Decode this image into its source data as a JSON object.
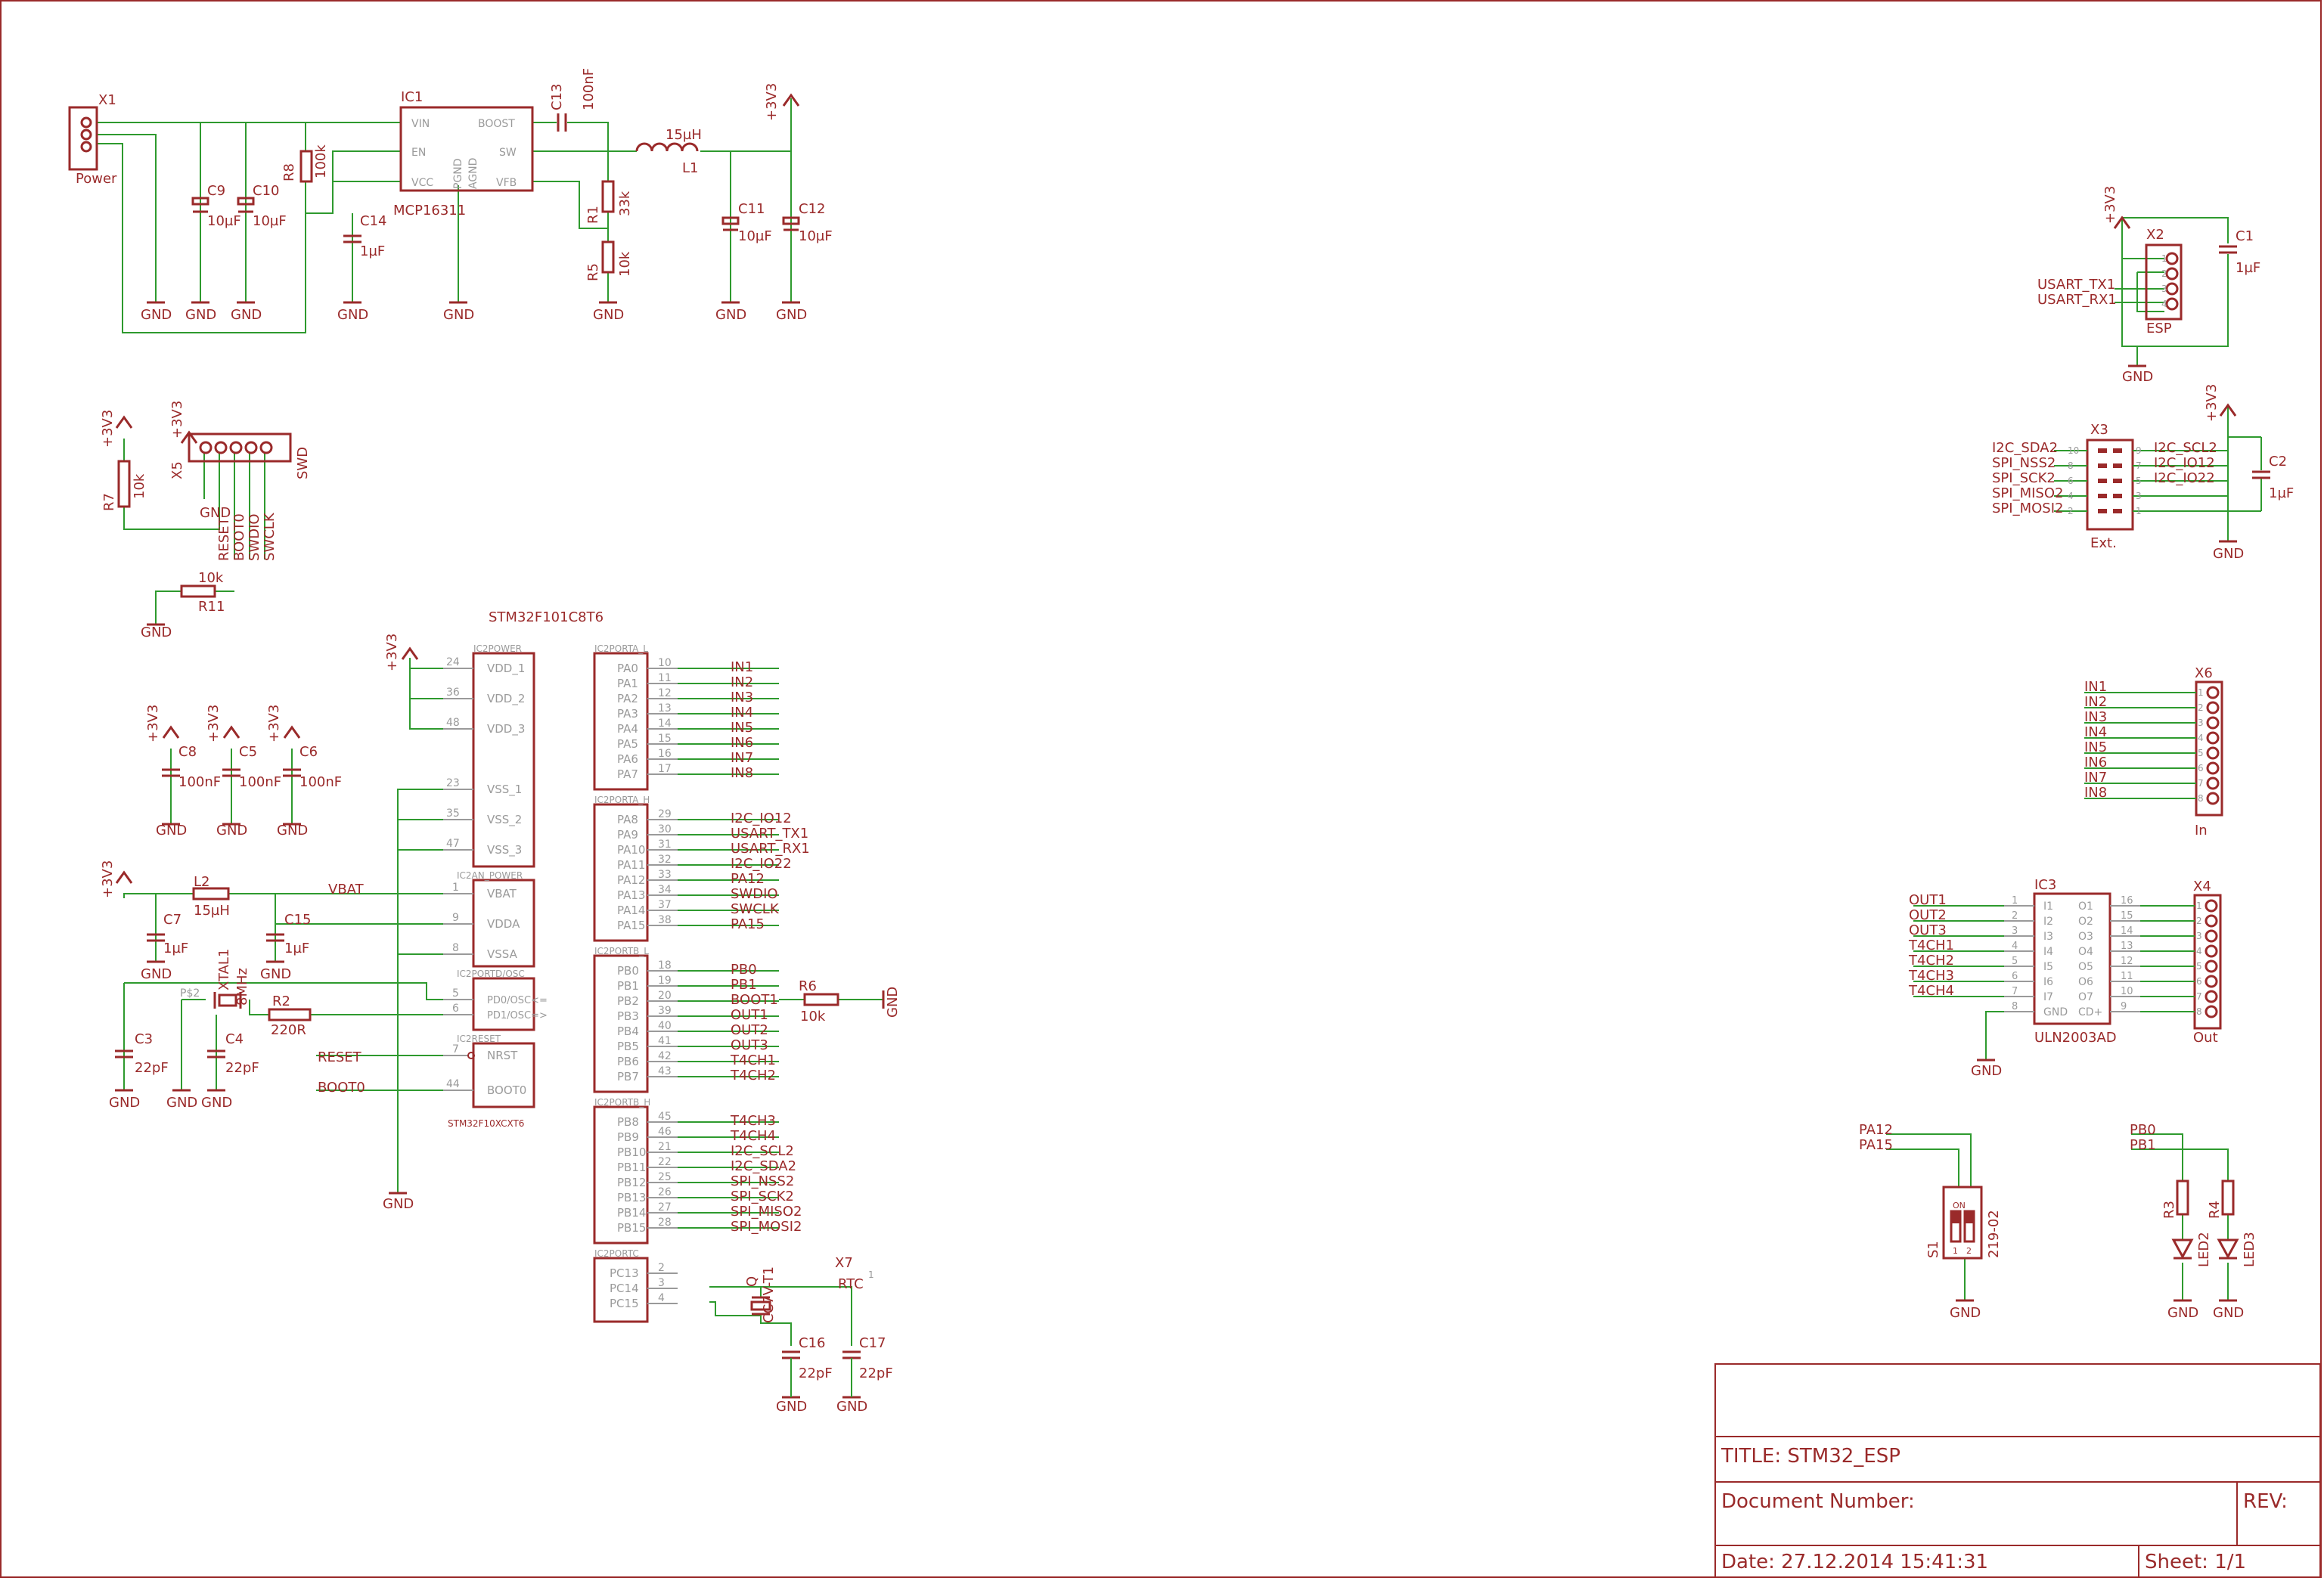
{
  "colors": {
    "part": "#9a2a2a",
    "wire": "#2e9a2e",
    "pin": "#9a9a9a",
    "frame": "#9a2a2a"
  },
  "title_block": {
    "title": "TITLE:  STM32_ESP",
    "document_number": "Document Number:",
    "rev": "REV:",
    "date": "Date: 27.12.2014  15:41:31",
    "sheet": "Sheet: 1/1"
  },
  "power": {
    "x1_name": "X1",
    "x1_value": "Power",
    "ic1_name": "IC1",
    "ic1_value": "MCP16311",
    "ic1_pins": [
      "VIN",
      "EN",
      "VCC",
      "BOOST",
      "SW",
      "VFB",
      "PGND",
      "AGND"
    ],
    "c13": "C13",
    "c13_v": "100nF",
    "l1": "L1",
    "l1_v": "15µH",
    "v33": "+3V3",
    "c9": "C9",
    "c9_v": "10µF",
    "c10": "C10",
    "c10_v": "10µF",
    "r8": "R8",
    "r8_v": "100k",
    "c14": "C14",
    "c14_v": "1µF",
    "r1": "R1",
    "r1_v": "33k",
    "r5": "R5",
    "r5_v": "10k",
    "c11": "C11",
    "c11_v": "10µF",
    "c12": "C12",
    "c12_v": "10µF",
    "gnd": "GND"
  },
  "swd": {
    "x5": "X5",
    "x5_v": "SWD",
    "r7": "R7",
    "r7_v": "10k",
    "r11": "R11",
    "r11_v": "10k",
    "nets": [
      "RESET",
      "BOOT0",
      "SWDIO",
      "SWCLK"
    ]
  },
  "decoupling": {
    "c8": "C8",
    "c5": "C5",
    "c6": "C6",
    "val": "100nF"
  },
  "clock": {
    "l2": "L2",
    "l2_v": "15µH",
    "c7": "C7",
    "c7_v": "1µF",
    "c15": "C15",
    "c15_v": "1µF",
    "xtal": "XTAL1",
    "xtal_v": "8MHz",
    "r2": "R2",
    "r2_v": "220R",
    "c3": "C3",
    "c3_v": "22pF",
    "c4": "C4",
    "c4_v": "22pF",
    "p32": "P$2",
    "vbat": "VBAT",
    "reset": "RESET",
    "boot0": "BOOT0"
  },
  "mcu": {
    "name": "STM32F101C8T6",
    "value": "STM32F10XCXT6",
    "power_pins": [
      {
        "num": "24",
        "name": "VDD_1"
      },
      {
        "num": "36",
        "name": "VDD_2"
      },
      {
        "num": "48",
        "name": "VDD_3"
      },
      {
        "num": "23",
        "name": "VSS_1"
      },
      {
        "num": "35",
        "name": "VSS_2"
      },
      {
        "num": "47",
        "name": "VSS_3"
      },
      {
        "num": "1",
        "name": "VBAT"
      },
      {
        "num": "9",
        "name": "VDDA"
      },
      {
        "num": "8",
        "name": "VSSA"
      },
      {
        "num": "5",
        "name": "PD0/OSC<="
      },
      {
        "num": "6",
        "name": "PD1/OSC=>"
      },
      {
        "num": "7",
        "name": "NRST"
      },
      {
        "num": "44",
        "name": "BOOT0"
      }
    ],
    "section_labels": [
      "IC2POWER",
      "IC2AN_POWER",
      "IC2PORTD/OSC",
      "IC2RESET",
      "IC2PORTA_L",
      "IC2PORTA_H",
      "IC2PORTB_L",
      "IC2PORTB_H",
      "IC2PORTC"
    ],
    "porta_l": [
      {
        "pin": "PA0",
        "num": "10",
        "net": "IN1"
      },
      {
        "pin": "PA1",
        "num": "11",
        "net": "IN2"
      },
      {
        "pin": "PA2",
        "num": "12",
        "net": "IN3"
      },
      {
        "pin": "PA3",
        "num": "13",
        "net": "IN4"
      },
      {
        "pin": "PA4",
        "num": "14",
        "net": "IN5"
      },
      {
        "pin": "PA5",
        "num": "15",
        "net": "IN6"
      },
      {
        "pin": "PA6",
        "num": "16",
        "net": "IN7"
      },
      {
        "pin": "PA7",
        "num": "17",
        "net": "IN8"
      }
    ],
    "porta_h": [
      {
        "pin": "PA8",
        "num": "29",
        "net": "I2C_IO12"
      },
      {
        "pin": "PA9",
        "num": "30",
        "net": "USART_TX1"
      },
      {
        "pin": "PA10",
        "num": "31",
        "net": "USART_RX1"
      },
      {
        "pin": "PA11",
        "num": "32",
        "net": "I2C_IO22"
      },
      {
        "pin": "PA12",
        "num": "33",
        "net": "PA12"
      },
      {
        "pin": "PA13",
        "num": "34",
        "net": "SWDIO"
      },
      {
        "pin": "PA14",
        "num": "37",
        "net": "SWCLK"
      },
      {
        "pin": "PA15",
        "num": "38",
        "net": "PA15"
      }
    ],
    "portb_l": [
      {
        "pin": "PB0",
        "num": "18",
        "net": "PB0"
      },
      {
        "pin": "PB1",
        "num": "19",
        "net": "PB1"
      },
      {
        "pin": "PB2",
        "num": "20",
        "net": "BOOT1"
      },
      {
        "pin": "PB3",
        "num": "39",
        "net": "OUT1"
      },
      {
        "pin": "PB4",
        "num": "40",
        "net": "OUT2"
      },
      {
        "pin": "PB5",
        "num": "41",
        "net": "OUT3"
      },
      {
        "pin": "PB6",
        "num": "42",
        "net": "T4CH1"
      },
      {
        "pin": "PB7",
        "num": "43",
        "net": "T4CH2"
      }
    ],
    "portb_h": [
      {
        "pin": "PB8",
        "num": "45",
        "net": "T4CH3"
      },
      {
        "pin": "PB9",
        "num": "46",
        "net": "T4CH4"
      },
      {
        "pin": "PB10",
        "num": "21",
        "net": "I2C_SCL2"
      },
      {
        "pin": "PB11",
        "num": "22",
        "net": "I2C_SDA2"
      },
      {
        "pin": "PB12",
        "num": "25",
        "net": "SPI_NSS2"
      },
      {
        "pin": "PB13",
        "num": "26",
        "net": "SPI_SCK2"
      },
      {
        "pin": "PB14",
        "num": "27",
        "net": "SPI_MISO2"
      },
      {
        "pin": "PB15",
        "num": "28",
        "net": "SPI_MOSI2"
      }
    ],
    "portc": [
      {
        "pin": "PC13",
        "num": "2"
      },
      {
        "pin": "PC14",
        "num": "3"
      },
      {
        "pin": "PC15",
        "num": "4"
      }
    ],
    "r6": "R6",
    "r6_v": "10k",
    "x7": "X7",
    "x7_v": "CC7V-T1",
    "q": "Q",
    "rtc": "RTC",
    "one": "1",
    "c16": "C16",
    "c16_v": "22pF",
    "c17": "C17",
    "c17_v": "22pF"
  },
  "esp": {
    "x2": "X2",
    "x2_v": "ESP",
    "c1": "C1",
    "c1_v": "1µF",
    "nets": [
      "USART_TX1",
      "USART_RX1"
    ],
    "pins": [
      "1",
      "2",
      "3",
      "4"
    ]
  },
  "ext": {
    "x3": "X3",
    "x3_v": "Ext.",
    "c2": "C2",
    "c2_v": "1µF",
    "rows": [
      {
        "l": "I2C_SDA2",
        "ln": "10",
        "rn": "9",
        "r": "I2C_SCL2"
      },
      {
        "l": "SPI_NSS2",
        "ln": "8",
        "rn": "7",
        "r": "I2C_IO12"
      },
      {
        "l": "SPI_SCK2",
        "ln": "6",
        "rn": "5",
        "r": "I2C_IO22"
      },
      {
        "l": "SPI_MISO2",
        "ln": "4",
        "rn": "3",
        "r": ""
      },
      {
        "l": "SPI_MOSI2",
        "ln": "2",
        "rn": "1",
        "r": ""
      }
    ]
  },
  "input": {
    "x6": "X6",
    "x6_v": "In",
    "nets": [
      "IN1",
      "IN2",
      "IN3",
      "IN4",
      "IN5",
      "IN6",
      "IN7",
      "IN8"
    ],
    "pins": [
      "1",
      "2",
      "3",
      "4",
      "5",
      "6",
      "7",
      "8"
    ]
  },
  "driver": {
    "ic3": "IC3",
    "ic3_v": "ULN2003AD",
    "x4": "X4",
    "x4_v": "Out",
    "nets": [
      "OUT1",
      "OUT2",
      "OUT3",
      "T4CH1",
      "T4CH2",
      "T4CH3",
      "T4CH4"
    ],
    "left_pins": [
      "I1",
      "I2",
      "I3",
      "I4",
      "I5",
      "I6",
      "I7",
      "GND"
    ],
    "right_pins": [
      "O1",
      "O2",
      "O3",
      "O4",
      "O5",
      "O6",
      "O7",
      "CD+"
    ],
    "left_nums": [
      "1",
      "2",
      "3",
      "4",
      "5",
      "6",
      "7",
      "8"
    ],
    "right_nums": [
      "16",
      "15",
      "14",
      "13",
      "12",
      "11",
      "10",
      "9"
    ],
    "pins": [
      "1",
      "2",
      "3",
      "4",
      "5",
      "6",
      "7",
      "8"
    ]
  },
  "switch": {
    "s1": "S1",
    "s1_v": "219-02",
    "nets": [
      "PA12",
      "PA15"
    ],
    "on": "ON",
    "n1": "1",
    "n2": "2"
  },
  "leds": {
    "nets": [
      "PB0",
      "PB1"
    ],
    "r3": "R3",
    "r4": "R4",
    "led2": "LED2",
    "led3": "LED3"
  }
}
